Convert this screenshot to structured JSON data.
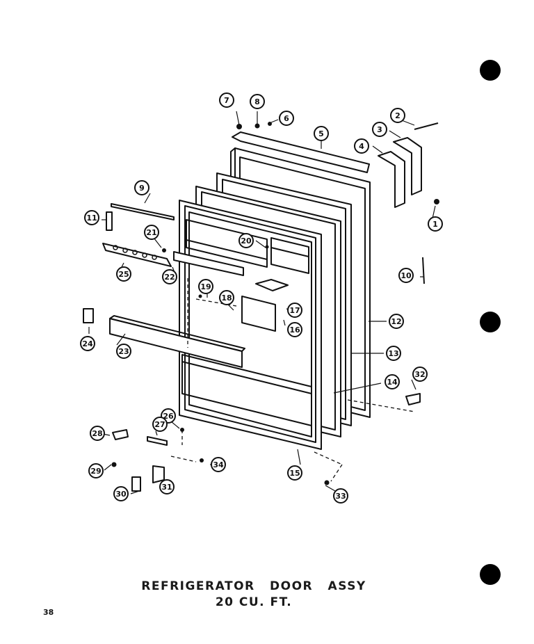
{
  "title": {
    "line1": "REFRIGERATOR DOOR ASSY",
    "line2": "20 CU. FT."
  },
  "page_number": "38",
  "callouts": [
    "1",
    "2",
    "3",
    "4",
    "5",
    "6",
    "7",
    "8",
    "9",
    "10",
    "11",
    "12",
    "13",
    "14",
    "15",
    "16",
    "17",
    "18",
    "19",
    "20",
    "21",
    "22",
    "23",
    "24",
    "25",
    "26",
    "27",
    "28",
    "29",
    "30",
    "31",
    "32",
    "33",
    "34"
  ]
}
